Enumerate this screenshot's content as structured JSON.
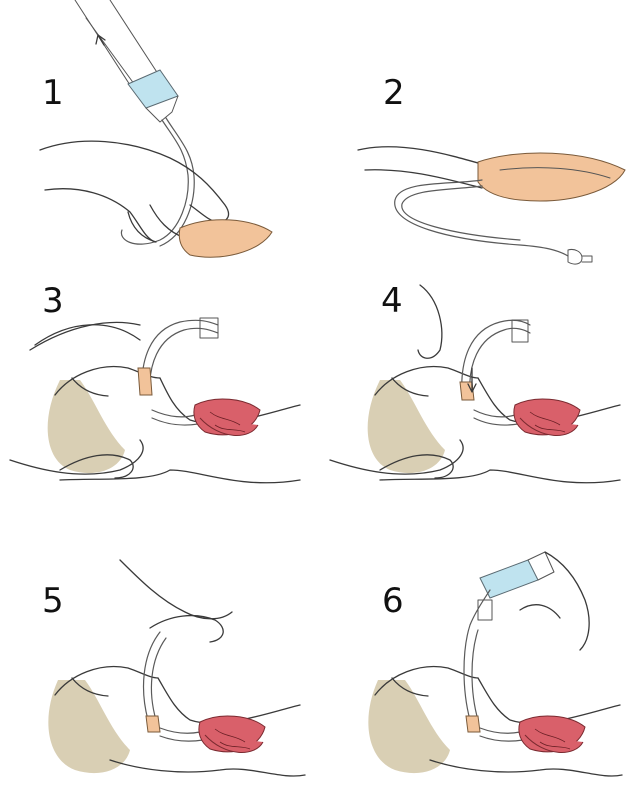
{
  "steps": [
    {
      "number": "1"
    },
    {
      "number": "2"
    },
    {
      "number": "3"
    },
    {
      "number": "4"
    },
    {
      "number": "5"
    },
    {
      "number": "6"
    }
  ],
  "colors": {
    "mask_cuff": "#f2c39a",
    "infant_head_shading": "#d9cfb4",
    "lungs": "#d9606a",
    "syringe_barrel": "#bfe3ef"
  }
}
